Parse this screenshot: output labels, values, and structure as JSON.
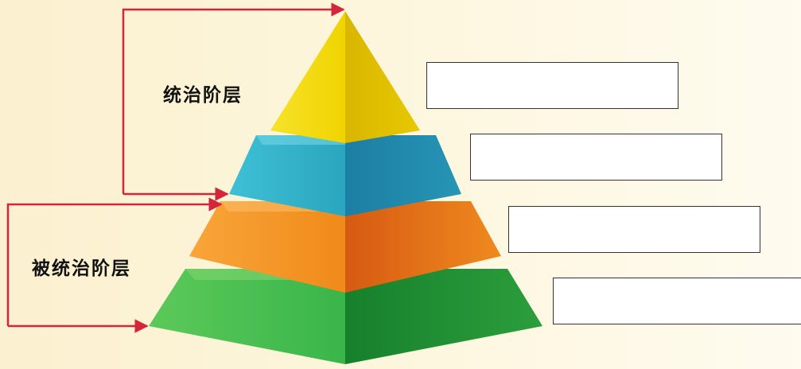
{
  "diagram": {
    "labels": {
      "ruling_class": "统治阶层",
      "ruled_class": "被统治阶层"
    },
    "pyramid_tiers": [
      {
        "name": "top",
        "color": "#f2d600"
      },
      {
        "name": "second",
        "color": "#2aa9c2"
      },
      {
        "name": "third",
        "color": "#f3901e"
      },
      {
        "name": "bottom",
        "color": "#3cb54a"
      }
    ],
    "answer_boxes": [
      "",
      "",
      "",
      ""
    ],
    "colors": {
      "arrow": "#d4253a",
      "box_border": "#333333"
    }
  }
}
